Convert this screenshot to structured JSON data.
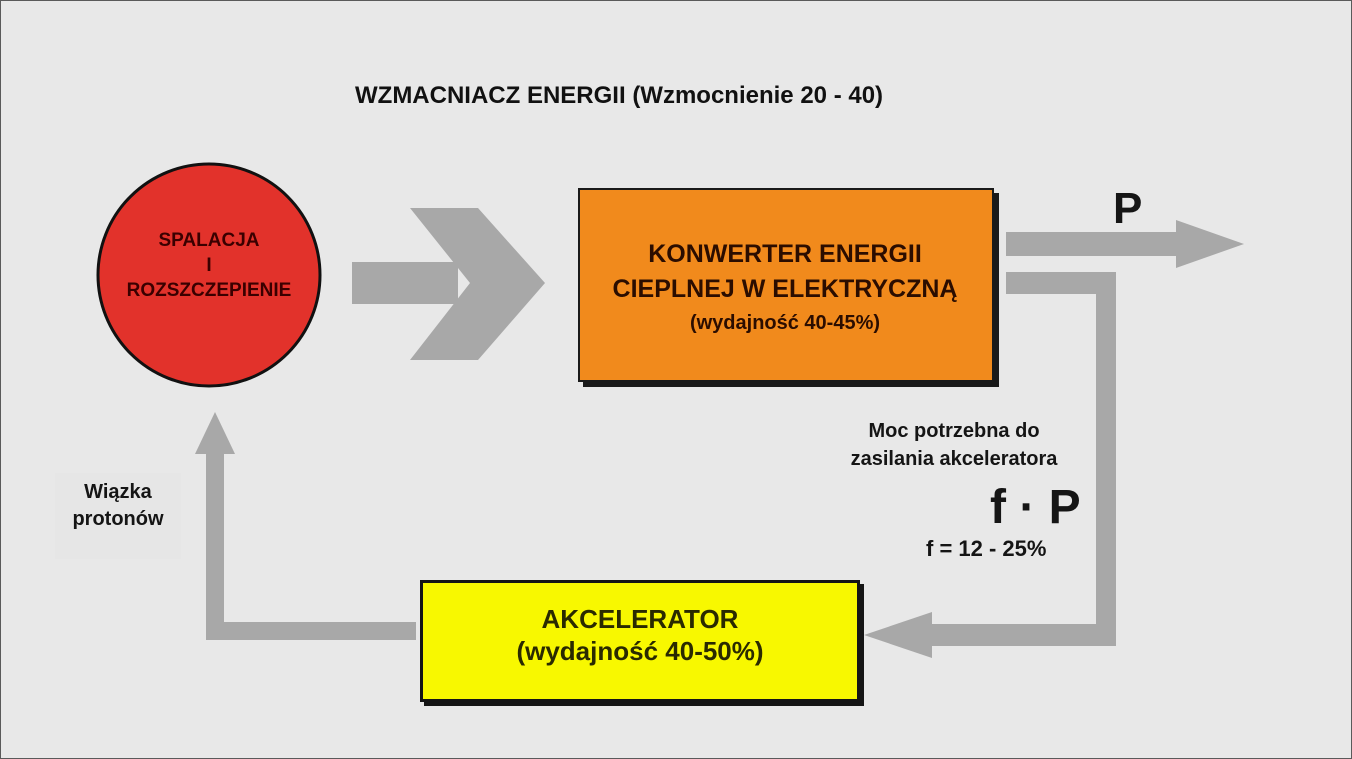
{
  "title": "WZMACNIACZ ENERGII (Wzmocnienie 20 - 40)",
  "spallation": {
    "lines": [
      "SPALACJA",
      "I",
      "ROZSZCZEPIENIE"
    ]
  },
  "converter": {
    "line1": "KONWERTER ENERGII",
    "line2": "CIEPLNEJ W ELEKTRYCZNĄ",
    "efficiency": "(wydajność 40-45%)"
  },
  "accelerator": {
    "line1": "AKCELERATOR",
    "efficiency": "(wydajność 40-50%)"
  },
  "output_label": "P",
  "power_needed": {
    "line1": "Moc potrzebna do",
    "line2": "zasilania akceleratora"
  },
  "fraction": {
    "formula": "f · P",
    "value": "f = 12 - 25%"
  },
  "beam": {
    "line1": "Wiązka",
    "line2": "protonów"
  },
  "colors": {
    "background": "#e8e8e8",
    "circle": "#e2322b",
    "converter": "#f18a1c",
    "accelerator": "#f8f800",
    "arrows": "#a8a8a8"
  }
}
